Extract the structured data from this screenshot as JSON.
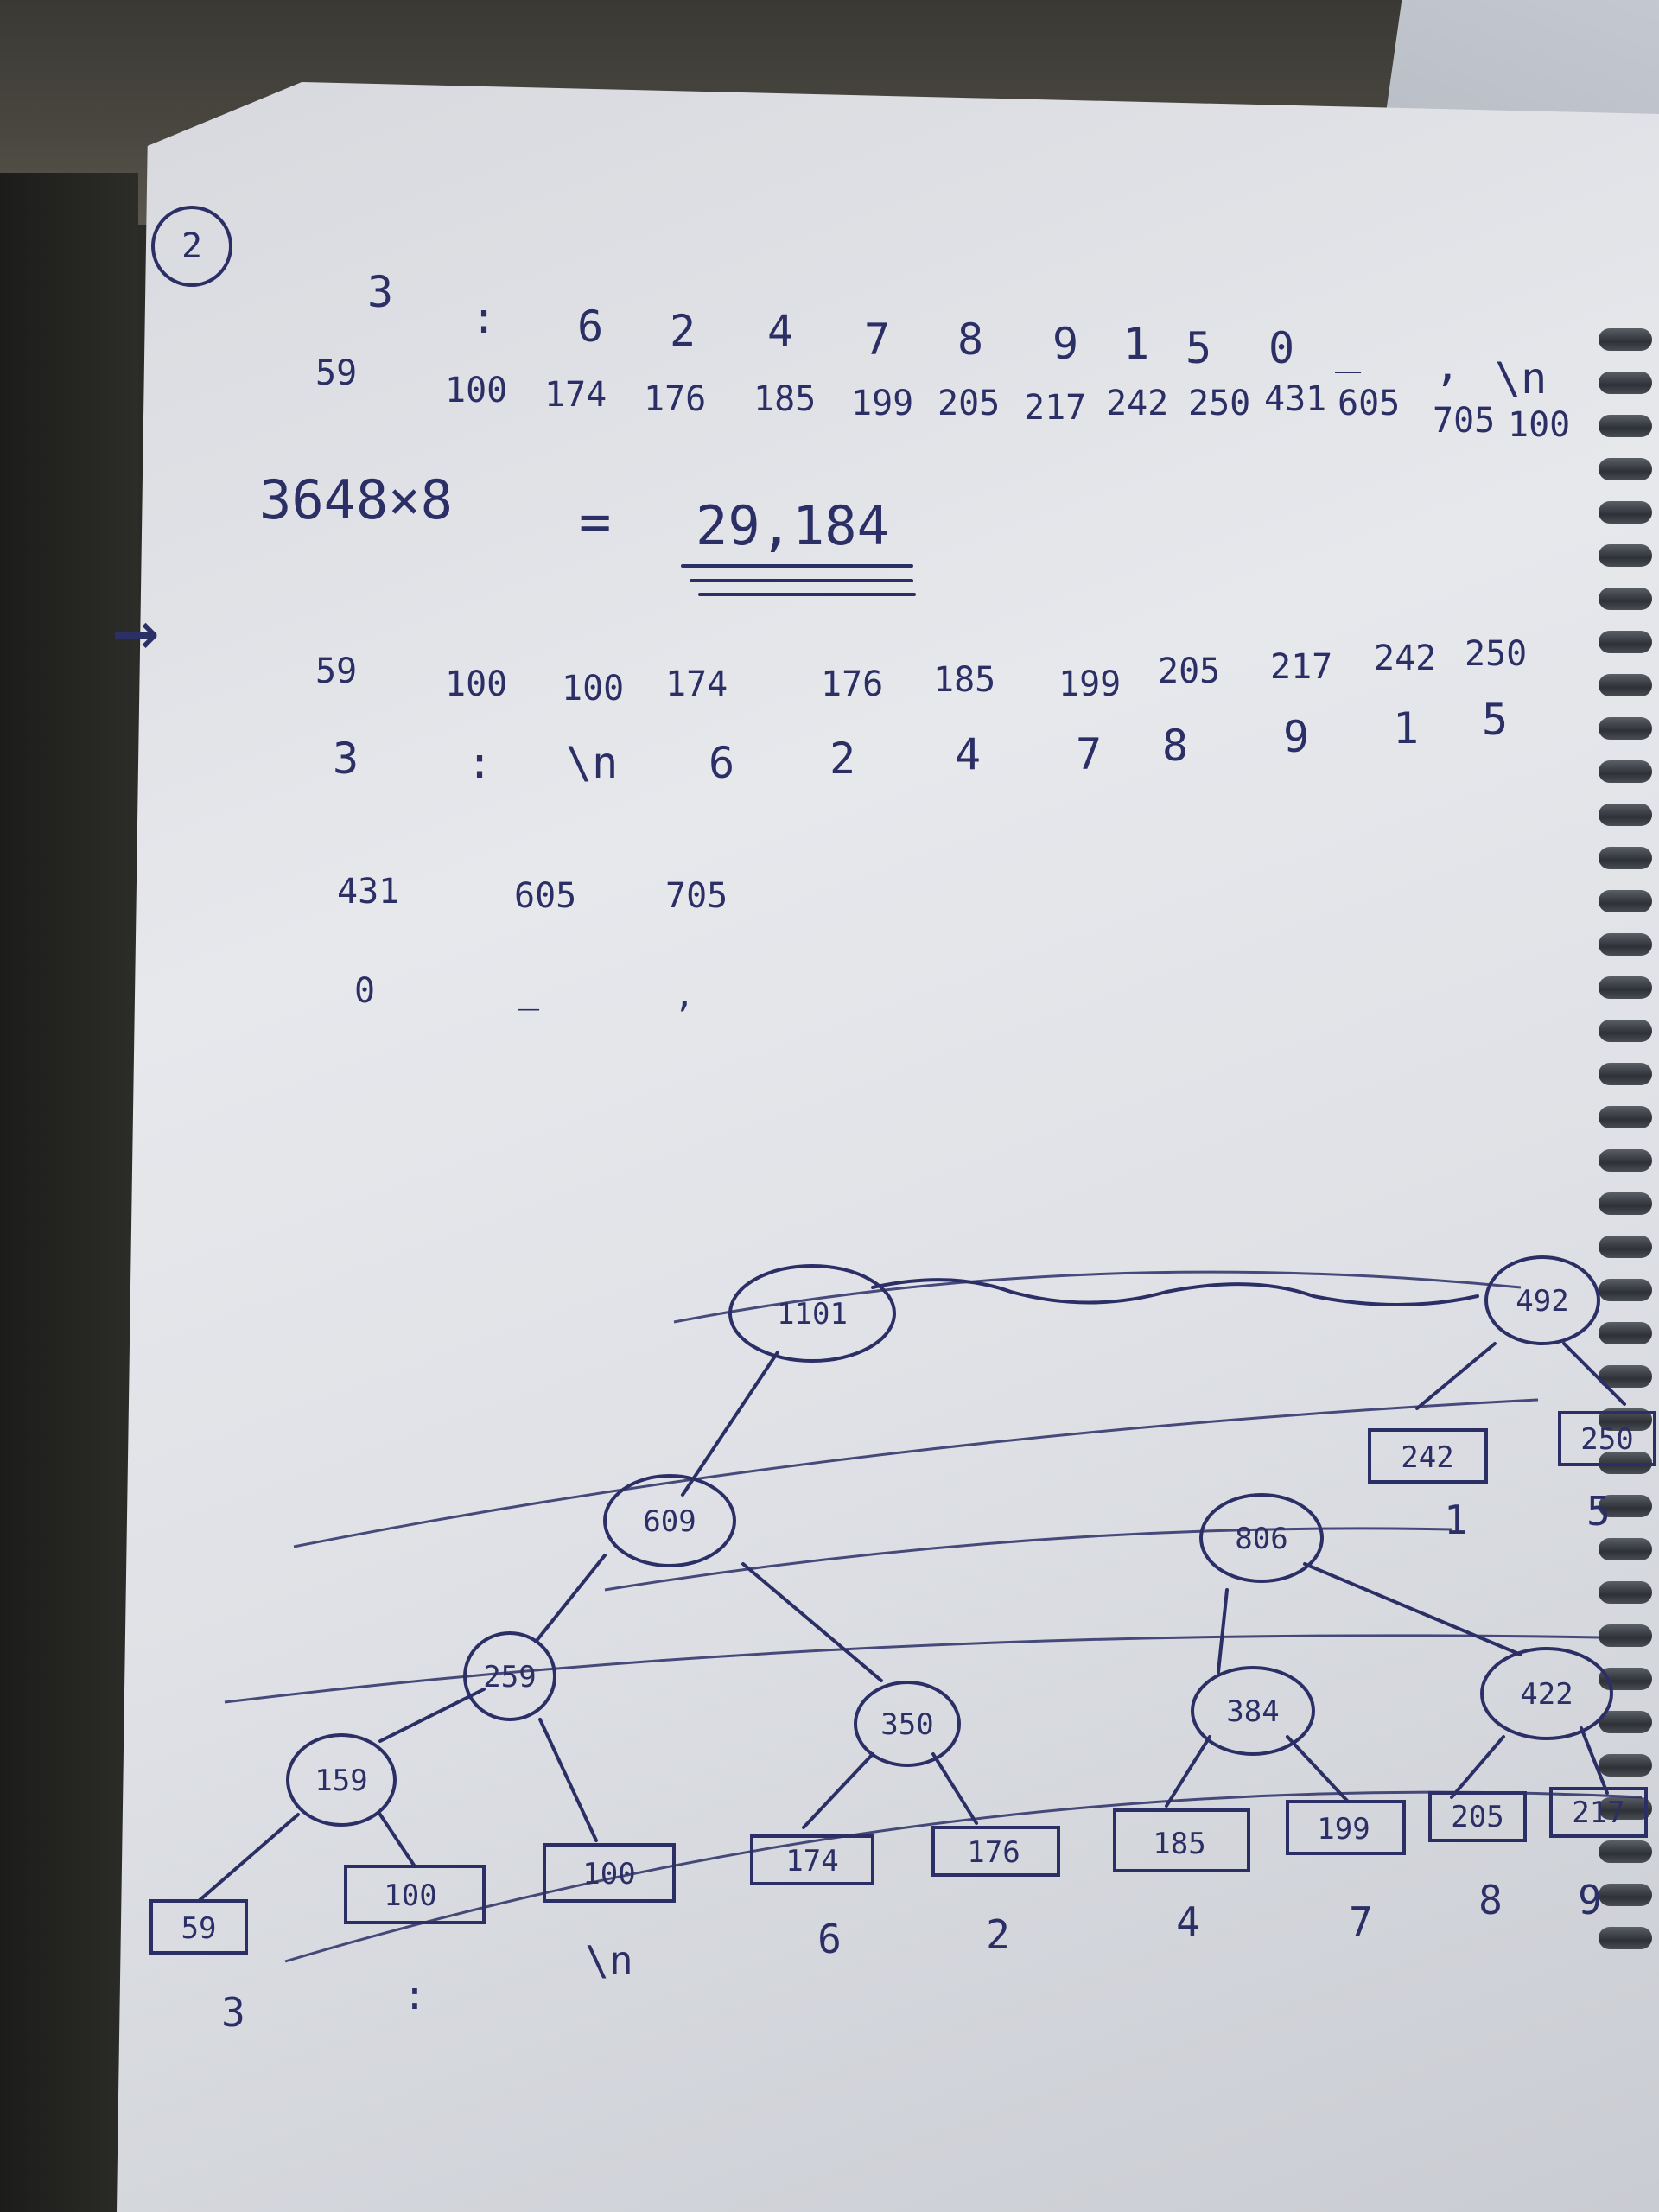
{
  "problem_number": "2",
  "frequency_table": {
    "characters": [
      "3",
      ":",
      "6",
      "2",
      "4",
      "7",
      "8",
      "9",
      "1",
      "5",
      "0",
      "_",
      ",",
      "\\n"
    ],
    "values": [
      "59",
      "100",
      "174",
      "176",
      "185",
      "199",
      "205",
      "217",
      "242",
      "250",
      "431",
      "605",
      "705",
      "100"
    ]
  },
  "calculation": {
    "left": "3648×8",
    "equals": "=",
    "result": "29,184"
  },
  "sorted_arrow": "→",
  "sorted_row1": {
    "values": [
      "59",
      "100",
      "100",
      "174",
      "176",
      "185",
      "199",
      "205",
      "217",
      "242",
      "250"
    ],
    "characters": [
      "3",
      ":",
      "\\n",
      "6",
      "2",
      "4",
      "7",
      "8",
      "9",
      "1",
      "5"
    ]
  },
  "sorted_row2": {
    "values": [
      "431",
      "605",
      "705"
    ],
    "characters": [
      "0",
      "_",
      ","
    ]
  },
  "tree": {
    "internal_nodes": [
      "1101",
      "492",
      "609",
      "806",
      "259",
      "350",
      "384",
      "422",
      "159"
    ],
    "leaves": [
      {
        "value": "59",
        "char": "3"
      },
      {
        "value": "100",
        "char": ":"
      },
      {
        "value": "100",
        "char": "\\n"
      },
      {
        "value": "174",
        "char": "6"
      },
      {
        "value": "176",
        "char": "2"
      },
      {
        "value": "185",
        "char": "4"
      },
      {
        "value": "199",
        "char": "7"
      },
      {
        "value": "205",
        "char": "8"
      },
      {
        "value": "217",
        "char": "9"
      },
      {
        "value": "242",
        "char": "1"
      },
      {
        "value": "250",
        "char": "5"
      }
    ]
  }
}
